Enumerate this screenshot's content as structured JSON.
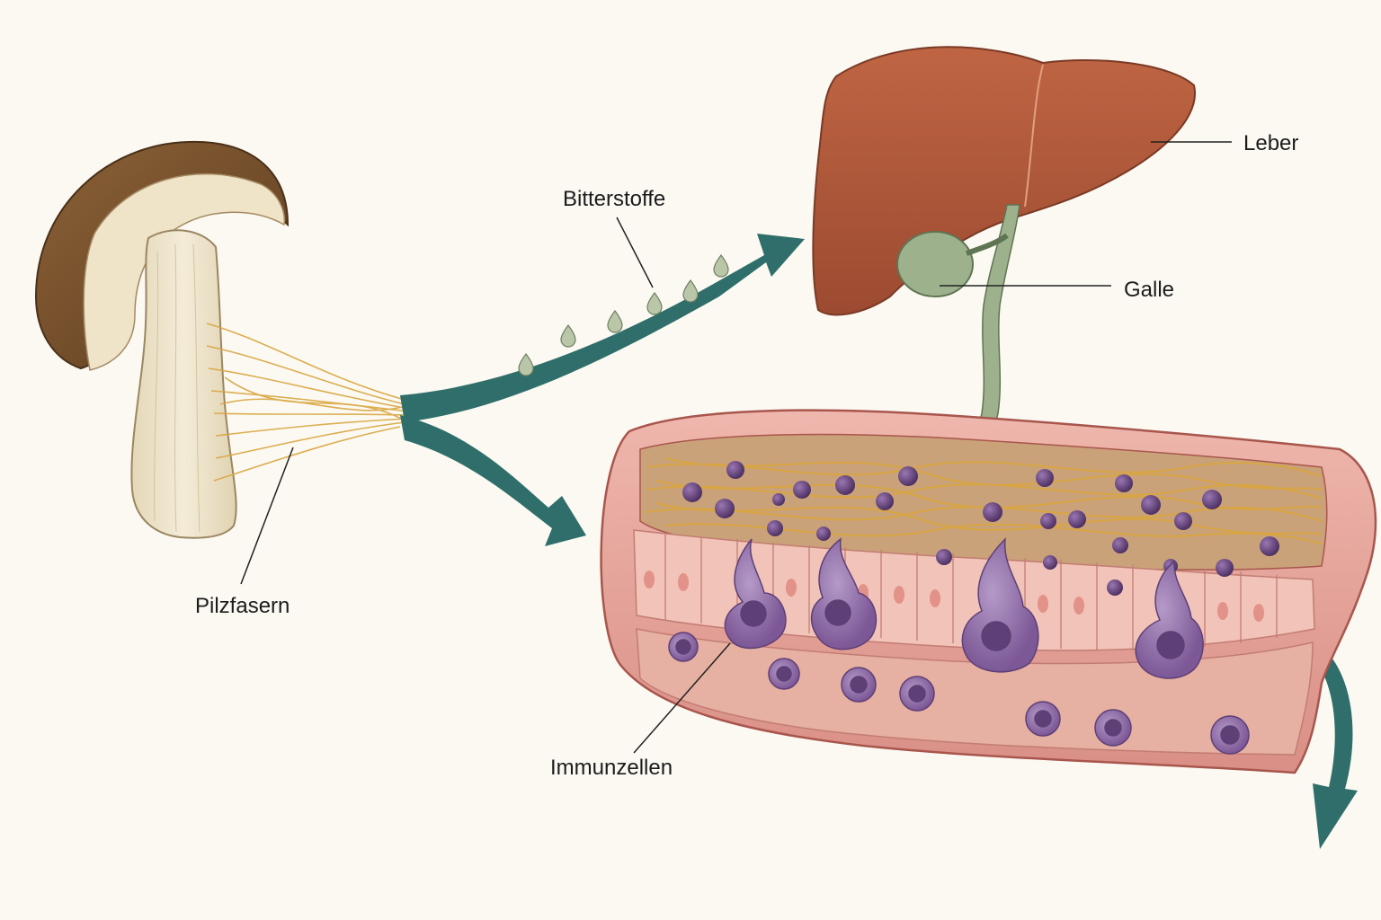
{
  "labels": {
    "bitterstoffe": "Bitterstoffe",
    "leber": "Leber",
    "galle": "Galle",
    "pilzfasern": "Pilzfasern",
    "immunzellen": "Immunzellen"
  },
  "colors": {
    "background": "#fbf9f2",
    "arrow_teal": "#2f6e6a",
    "liver": "#b25a3c",
    "gallbladder": "#9db28c",
    "intestine_wall": "#e9a59c",
    "fibers": "#d9a640",
    "immune_cells": "#8e6aa6",
    "mushroom_cap": "#7a5433",
    "mushroom_flesh": "#efe5cf"
  }
}
